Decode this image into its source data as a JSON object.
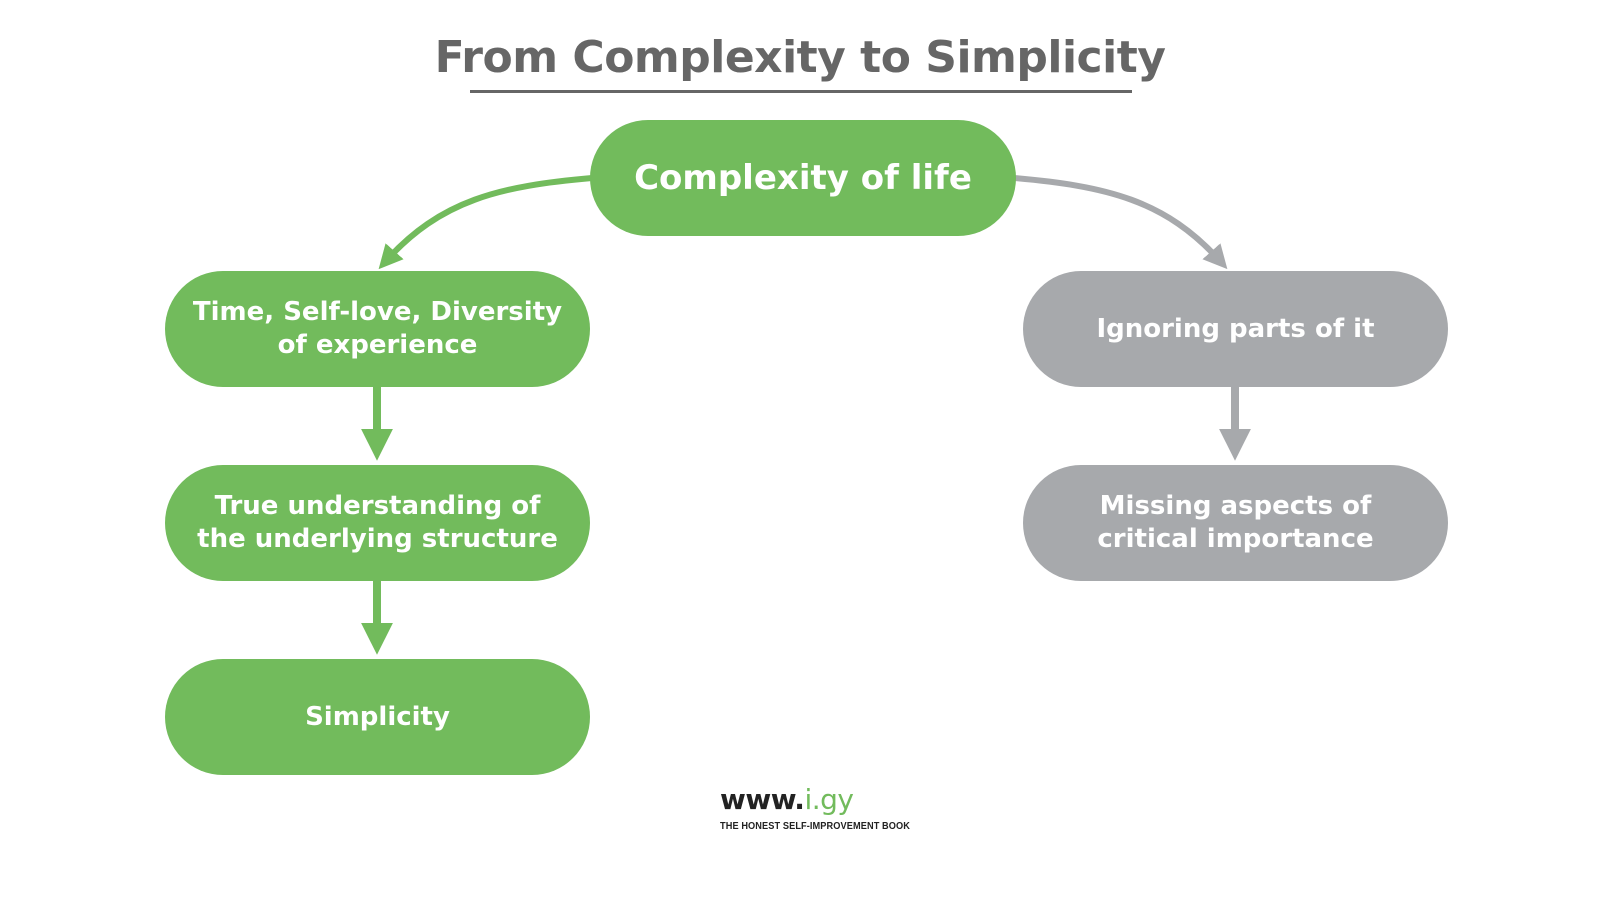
{
  "title": "From Complexity to Simplicity",
  "colors": {
    "green": "#72bb5c",
    "gray": "#a7a9ac",
    "title": "#666666"
  },
  "diagram": {
    "root": {
      "label": "Complexity of life"
    },
    "left_branch": [
      {
        "label": "Time, Self-love, Diversity of experience"
      },
      {
        "label": "True understanding of the underlying structure"
      },
      {
        "label": "Simplicity"
      }
    ],
    "right_branch": [
      {
        "label": "Ignoring parts of it"
      },
      {
        "label": "Missing aspects of critical importance"
      }
    ]
  },
  "logo": {
    "prefix": "www.",
    "accent": "i.gy",
    "tagline": "THE HONEST SELF-IMPROVEMENT BOOK"
  }
}
